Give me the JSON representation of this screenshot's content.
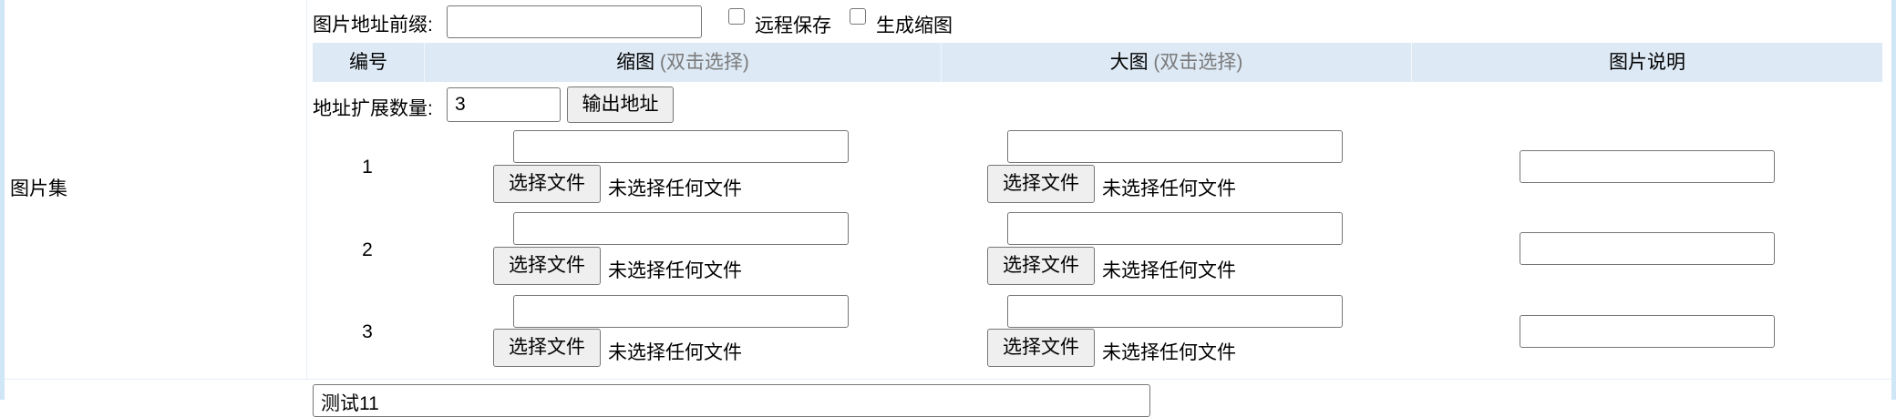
{
  "form": {
    "section_label": "图片集",
    "url_prefix_label": "图片地址前缀:",
    "url_prefix_value": "",
    "remote_save_label": "远程保存",
    "generate_thumb_label": "生成缩图",
    "expand_count_label": "地址扩展数量:",
    "expand_count_value": "3",
    "output_button_label": "输出地址",
    "next_field_value": "测试11"
  },
  "table": {
    "headers": {
      "number": "编号",
      "thumbnail": "缩图",
      "large": "大图",
      "description": "图片说明",
      "double_click_hint": "(双击选择)"
    },
    "rows": [
      {
        "number": "1",
        "thumb_path": "",
        "large_path": "",
        "caption": ""
      },
      {
        "number": "2",
        "thumb_path": "",
        "large_path": "",
        "caption": ""
      },
      {
        "number": "3",
        "thumb_path": "",
        "large_path": "",
        "caption": ""
      }
    ],
    "file_button_label": "选择文件",
    "no_file_label": "未选择任何文件"
  },
  "colors": {
    "header_background": "#dde9f5",
    "frame_border": "#cfe6f7",
    "hint_text": "#7a7a7a"
  }
}
